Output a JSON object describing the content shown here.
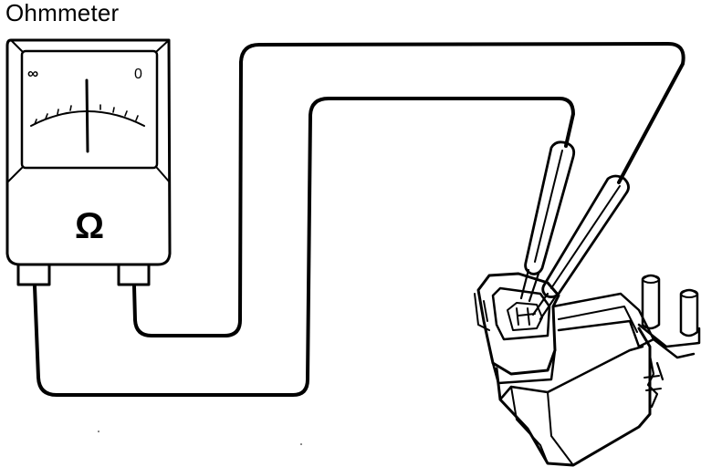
{
  "diagram": {
    "title": "Ohmmeter",
    "meter": {
      "scale_left_mark": "∞",
      "scale_right_mark": "0",
      "unit_symbol": "Ω"
    }
  },
  "colors": {
    "ink": "#000000",
    "paper": "#ffffff"
  }
}
